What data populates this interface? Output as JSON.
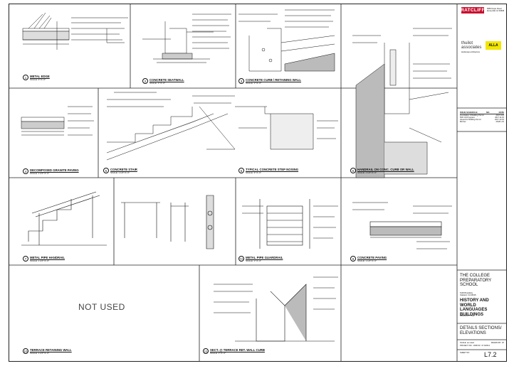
{
  "firm": {
    "logo_text": "RATCLIFF",
    "address": "5856 Doyle Street\nEmeryville CA 94608",
    "partner": "thuilot\nassociates",
    "partner_sub": "landscape architecture",
    "alla": "ALLA"
  },
  "details": [
    {
      "num": "1",
      "title": "METAL EDGE",
      "scale": "SCALE: 3\"=1'-0\""
    },
    {
      "num": "2",
      "title": "CONCRETE SEATWALL",
      "scale": "SCALE: 1\"=1'-0\""
    },
    {
      "num": "3",
      "title": "CONCRETE CURB / RETAINING WALL",
      "scale": "SCALE: 1\"=1'-0\""
    },
    {
      "num": "4",
      "title": "DECOMPOSED GRANITE PAVING",
      "scale": "SCALE: 1 1/2\"=1'-0\""
    },
    {
      "num": "5",
      "title": "CONCRETE STAIR",
      "scale": "SCALE: 1 1/2\"=1'-0\""
    },
    {
      "num": "6",
      "title": "TYPICAL CONCRETE STEP NOSING",
      "scale": "SCALE: 3\"=1'-0\""
    },
    {
      "num": "6",
      "title": "HANDRAIL ON CONC. CURB OR WALL",
      "scale": "SCALE: 1 1/2\"=1'-0\""
    },
    {
      "num": "7",
      "title": "METAL PIPE HANDRAIL",
      "scale": "SCALE: 1 1/2\"=1'-0\""
    },
    {
      "num": "7A",
      "title": "METAL PIPE GUARDRAIL",
      "scale": "SCALE: 1\"=1'-0\""
    },
    {
      "num": "8",
      "title": "CONCRETE PAVING",
      "scale": "SCALE: 1 1/2\"=1'-0\""
    },
    {
      "num": "10",
      "title": "TERRACE RETAINING WALL",
      "scale": "SCALE: 1 1/2\"=1'-0\""
    },
    {
      "num": "11",
      "title": "SECT. @ TERRACE RET. WALL CURB",
      "scale": "SCALE: 1\"=1'-0\""
    }
  ],
  "not_used": "NOT USED",
  "issue": {
    "header": [
      "ISSUE SCHEDULE",
      "NO.",
      "DATE"
    ],
    "rows": [
      [
        "Foundation & Building Permit",
        "",
        "2017.9.15"
      ],
      [
        "50% CD Progress",
        "",
        "2017.11.15"
      ],
      [
        "Issued for Building Permit",
        "",
        "2017.12.15"
      ],
      [
        "Bid Set",
        "",
        "2018.1.15"
      ]
    ]
  },
  "project": {
    "name": "THE COLLEGE PREPARATORY SCHOOL",
    "address": "6100 Broadway\nOakland, CA 94618",
    "building": "HISTORY AND WORLD LANGUAGES BUILDINGS",
    "drawing_title_label": "DRAWING TITLE",
    "drawing_title": "DETAILS SECTIONS/ ELEVATIONS",
    "scale": "SCALE: as noted",
    "drawn_by": "DRAWN BY: JP",
    "project_no": "PROJECT NO.: 2008.00 / 17.0/2014",
    "sheet_label": "SHEET NO.",
    "sheet": "L7.2"
  }
}
